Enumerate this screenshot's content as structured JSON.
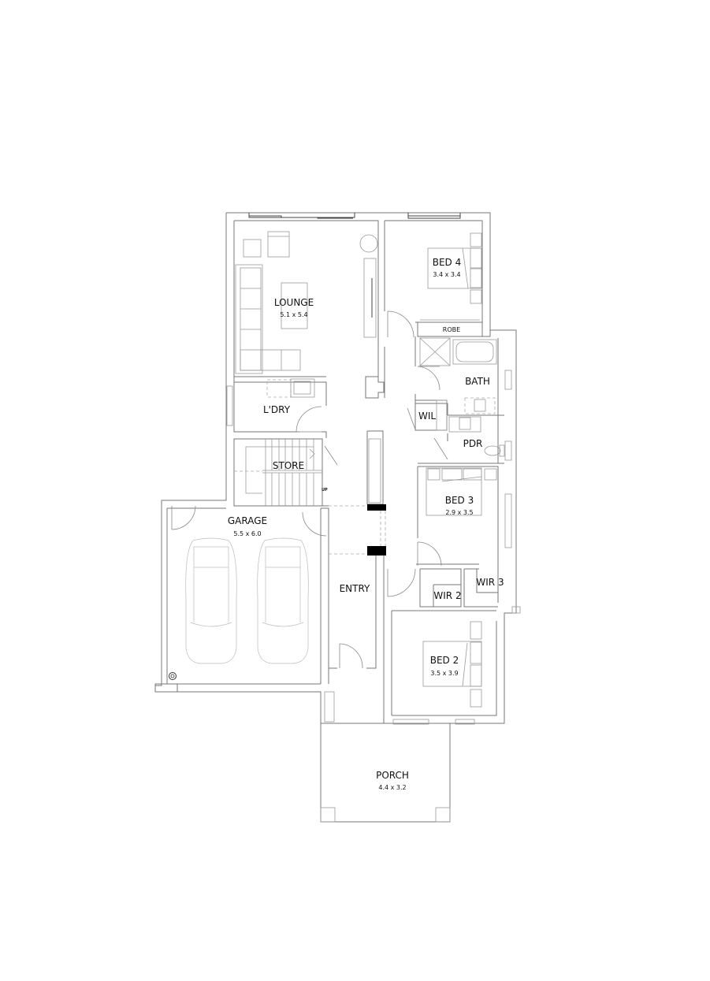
{
  "plan": {
    "type": "residential floor plan",
    "rooms": [
      {
        "id": "lounge",
        "name": "LOUNGE",
        "dim": "5.1 x 5.4"
      },
      {
        "id": "bed4",
        "name": "BED 4",
        "dim": "3.4 x 3.4"
      },
      {
        "id": "robe",
        "name": "ROBE"
      },
      {
        "id": "bath",
        "name": "BATH"
      },
      {
        "id": "wil",
        "name": "WIL"
      },
      {
        "id": "pdr",
        "name": "PDR"
      },
      {
        "id": "ldry",
        "name": "L'DRY"
      },
      {
        "id": "store",
        "name": "STORE"
      },
      {
        "id": "garage",
        "name": "GARAGE",
        "dim": "5.5 x 6.0"
      },
      {
        "id": "entry",
        "name": "ENTRY"
      },
      {
        "id": "bed3",
        "name": "BED 3",
        "dim": "2.9 x 3.5"
      },
      {
        "id": "wir2",
        "name": "WIR 2"
      },
      {
        "id": "wir3",
        "name": "WIR 3"
      },
      {
        "id": "bed2",
        "name": "BED 2",
        "dim": "3.5 x 3.9"
      },
      {
        "id": "porch",
        "name": "PORCH",
        "dim": "4.4 x 3.2"
      }
    ],
    "annotations": {
      "stair_up": "UP"
    },
    "colors": {
      "wall": "#777777",
      "furniture": "#999999",
      "text": "#111111",
      "background": "#ffffff"
    }
  }
}
